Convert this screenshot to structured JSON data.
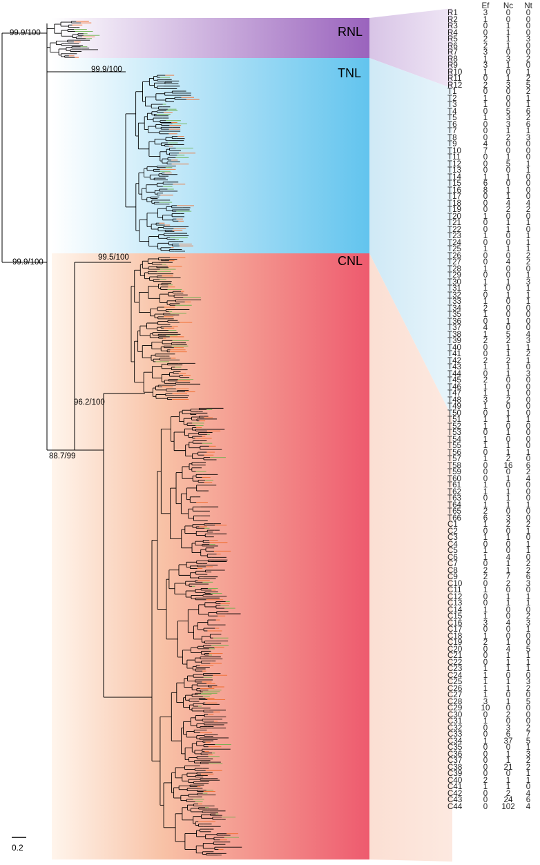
{
  "clades": {
    "rnl": {
      "label": "RNL",
      "color": "#9b6bbf"
    },
    "tnl": {
      "label": "TNL",
      "color": "#6ec6ec"
    },
    "cnl": {
      "label": "CNL",
      "color": "#ef6272"
    }
  },
  "branch_colors": {
    "default": "#000000",
    "orange": "#f06a2a",
    "green": "#6ab04c"
  },
  "support_values": [
    "99.9/100",
    "99.9/100",
    "99.9/100",
    "99.5/100",
    "88.7/99",
    "96.2/100"
  ],
  "scale_bar": "0.2",
  "table": {
    "headers": [
      "Ef",
      "Nc",
      "Nt"
    ],
    "rows": [
      [
        "R1",
        3,
        0,
        0
      ],
      [
        "R2",
        1,
        0,
        0
      ],
      [
        "R3",
        0,
        1,
        0
      ],
      [
        "R4",
        0,
        1,
        0
      ],
      [
        "R5",
        2,
        1,
        3
      ],
      [
        "R6",
        2,
        1,
        0
      ],
      [
        "R7",
        3,
        0,
        0
      ],
      [
        "R8",
        1,
        3,
        2
      ],
      [
        "R9",
        3,
        1,
        0
      ],
      [
        "R10",
        1,
        0,
        1
      ],
      [
        "R11",
        0,
        1,
        2
      ],
      [
        "R12",
        2,
        3,
        5
      ],
      [
        "T1",
        0,
        0,
        2
      ],
      [
        "T2",
        1,
        0,
        1
      ],
      [
        "T3",
        1,
        0,
        1
      ],
      [
        "T4",
        0,
        5,
        6
      ],
      [
        "T5",
        1,
        3,
        2
      ],
      [
        "T6",
        0,
        3,
        6
      ],
      [
        "T7",
        0,
        1,
        1
      ],
      [
        "T8",
        0,
        2,
        3
      ],
      [
        "T9",
        4,
        0,
        0
      ],
      [
        "T10",
        7,
        0,
        0
      ],
      [
        "T11",
        0,
        1,
        0
      ],
      [
        "T12",
        0,
        5,
        1
      ],
      [
        "T13",
        0,
        0,
        1
      ],
      [
        "T14",
        1,
        1,
        0
      ],
      [
        "T15",
        6,
        0,
        0
      ],
      [
        "T16",
        8,
        1,
        0
      ],
      [
        "T17",
        0,
        1,
        0
      ],
      [
        "T18",
        0,
        4,
        4
      ],
      [
        "T19",
        0,
        2,
        2
      ],
      [
        "T20",
        1,
        0,
        0
      ],
      [
        "T21",
        0,
        1,
        1
      ],
      [
        "T22",
        0,
        1,
        0
      ],
      [
        "T23",
        1,
        0,
        1
      ],
      [
        "T24",
        0,
        0,
        1
      ],
      [
        "T25",
        1,
        1,
        1
      ],
      [
        "T26",
        0,
        0,
        2
      ],
      [
        "T27",
        0,
        4,
        2
      ],
      [
        "T28",
        1,
        0,
        0
      ],
      [
        "T29",
        0,
        0,
        1
      ],
      [
        "T30",
        1,
        1,
        3
      ],
      [
        "T31",
        1,
        0,
        1
      ],
      [
        "T32",
        0,
        1,
        1
      ],
      [
        "T33",
        1,
        0,
        1
      ],
      [
        "T34",
        2,
        0,
        0
      ],
      [
        "T35",
        1,
        0,
        0
      ],
      [
        "T36",
        0,
        1,
        0
      ],
      [
        "T37",
        4,
        0,
        0
      ],
      [
        "T38",
        1,
        5,
        4
      ],
      [
        "T39",
        2,
        2,
        3
      ],
      [
        "T40",
        0,
        1,
        1
      ],
      [
        "T41",
        0,
        1,
        2
      ],
      [
        "T42",
        2,
        2,
        1
      ],
      [
        "T43",
        1,
        1,
        0
      ],
      [
        "T44",
        0,
        1,
        3
      ],
      [
        "T45",
        2,
        0,
        0
      ],
      [
        "T46",
        1,
        0,
        0
      ],
      [
        "T47",
        1,
        1,
        0
      ],
      [
        "T48",
        3,
        2,
        0
      ],
      [
        "T49",
        1,
        0,
        0
      ],
      [
        "T50",
        0,
        1,
        0
      ],
      [
        "T51",
        1,
        1,
        1
      ],
      [
        "T52",
        1,
        0,
        0
      ],
      [
        "T53",
        0,
        1,
        0
      ],
      [
        "T54",
        1,
        0,
        0
      ],
      [
        "T55",
        1,
        1,
        0
      ],
      [
        "T56",
        0,
        1,
        1
      ],
      [
        "T57",
        1,
        2,
        0
      ],
      [
        "T58",
        0,
        16,
        6
      ],
      [
        "T59",
        0,
        0,
        2
      ],
      [
        "T60",
        0,
        1,
        4
      ],
      [
        "T61",
        1,
        0,
        0
      ],
      [
        "T62",
        1,
        1,
        0
      ],
      [
        "T63",
        0,
        1,
        0
      ],
      [
        "T64",
        1,
        1,
        1
      ],
      [
        "T65",
        2,
        0,
        0
      ],
      [
        "T66",
        6,
        3,
        0
      ],
      [
        "C1",
        1,
        2,
        2
      ],
      [
        "C2",
        0,
        0,
        1
      ],
      [
        "C3",
        1,
        1,
        0
      ],
      [
        "C4",
        0,
        0,
        1
      ],
      [
        "C5",
        1,
        0,
        1
      ],
      [
        "C6",
        1,
        4,
        0
      ],
      [
        "C7",
        0,
        1,
        2
      ],
      [
        "C8",
        2,
        1,
        2
      ],
      [
        "C9",
        2,
        7,
        6
      ],
      [
        "C10",
        0,
        2,
        3
      ],
      [
        "C11",
        1,
        0,
        0
      ],
      [
        "C12",
        0,
        1,
        1
      ],
      [
        "C13",
        0,
        1,
        1
      ],
      [
        "C14",
        1,
        0,
        0
      ],
      [
        "C15",
        1,
        0,
        2
      ],
      [
        "C16",
        3,
        4,
        3
      ],
      [
        "C17",
        0,
        0,
        1
      ],
      [
        "C18",
        1,
        0,
        0
      ],
      [
        "C19",
        2,
        1,
        0
      ],
      [
        "C20",
        0,
        4,
        5
      ],
      [
        "C21",
        0,
        1,
        1
      ],
      [
        "C22",
        0,
        1,
        1
      ],
      [
        "C23",
        1,
        1,
        1
      ],
      [
        "C24",
        1,
        0,
        0
      ],
      [
        "C25",
        1,
        1,
        3
      ],
      [
        "C26",
        1,
        1,
        2
      ],
      [
        "C27",
        1,
        0,
        0
      ],
      [
        "C28",
        3,
        1,
        5
      ],
      [
        "C29",
        10,
        0,
        0
      ],
      [
        "C30",
        0,
        2,
        0
      ],
      [
        "C31",
        1,
        0,
        0
      ],
      [
        "C32",
        0,
        3,
        2
      ],
      [
        "C33",
        0,
        6,
        7
      ],
      [
        "C34",
        1,
        37,
        5
      ],
      [
        "C35",
        0,
        0,
        1
      ],
      [
        "C36",
        0,
        1,
        3
      ],
      [
        "C37",
        0,
        1,
        2
      ],
      [
        "C38",
        0,
        21,
        2
      ],
      [
        "C39",
        0,
        0,
        1
      ],
      [
        "C40",
        2,
        1,
        1
      ],
      [
        "C41",
        1,
        1,
        0
      ],
      [
        "C42",
        0,
        2,
        4
      ],
      [
        "C43",
        0,
        24,
        6
      ],
      [
        "C44",
        0,
        102,
        4
      ]
    ]
  }
}
